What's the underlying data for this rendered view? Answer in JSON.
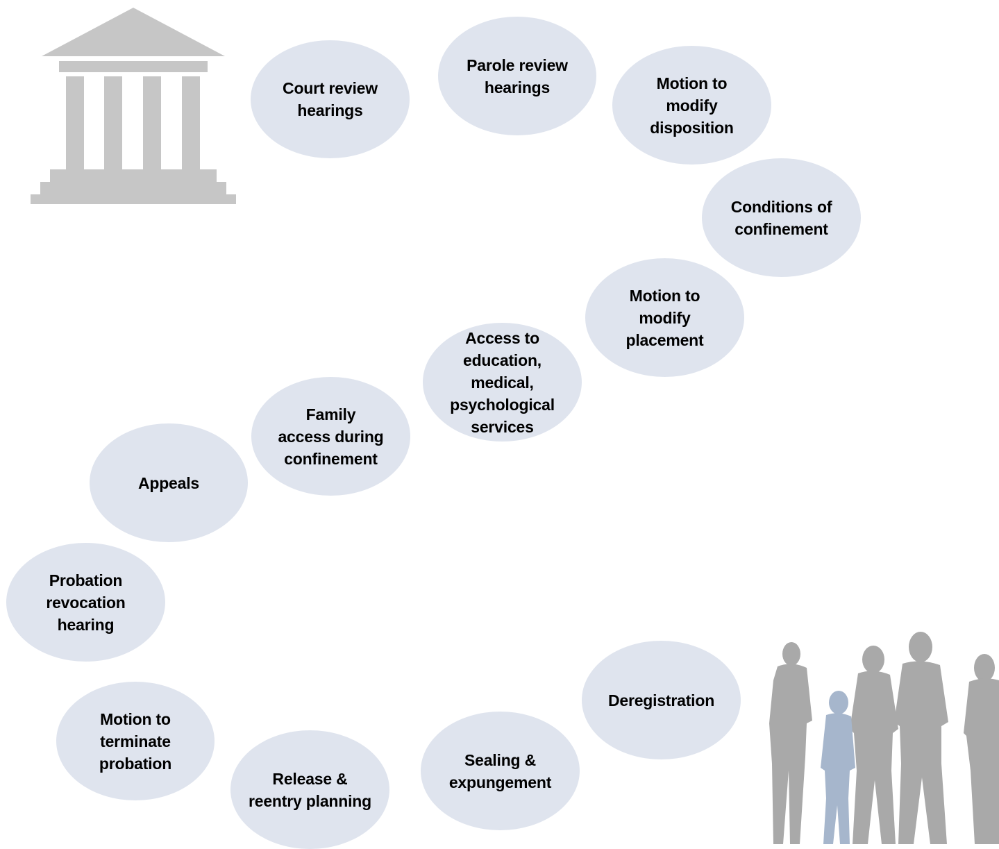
{
  "colors": {
    "bubble": "#dfe4ee",
    "courthouse": "#c6c6c6",
    "people_gray": "#a9a9a9",
    "people_child": "#a6b6cc"
  },
  "icons": {
    "courthouse": "courthouse-icon",
    "people": "people-silhouette-icon"
  },
  "stages": [
    {
      "id": "court-review",
      "label": "Court review\nhearings"
    },
    {
      "id": "parole-review",
      "label": "Parole review\nhearings"
    },
    {
      "id": "modify-disposition",
      "label": "Motion to\nmodify\ndisposition"
    },
    {
      "id": "conditions",
      "label": "Conditions of\nconfinement"
    },
    {
      "id": "modify-placement",
      "label": "Motion to\nmodify\nplacement"
    },
    {
      "id": "access-services",
      "label": "Access to\neducation,\nmedical,\npsychological\nservices"
    },
    {
      "id": "family-access",
      "label": "Family\naccess during\nconfinement"
    },
    {
      "id": "appeals",
      "label": "Appeals"
    },
    {
      "id": "probation-revocation",
      "label": "Probation\nrevocation\nhearing"
    },
    {
      "id": "terminate-probation",
      "label": "Motion to\nterminate\nprobation"
    },
    {
      "id": "release-reentry",
      "label": "Release &\nreentry planning"
    },
    {
      "id": "sealing",
      "label": "Sealing &\nexpungement"
    },
    {
      "id": "deregistration",
      "label": "Deregistration"
    }
  ]
}
